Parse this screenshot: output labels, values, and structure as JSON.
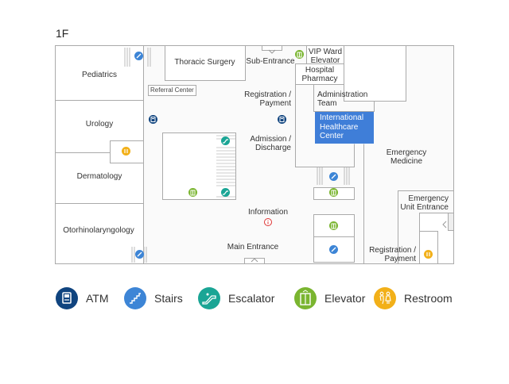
{
  "floor": "1F",
  "rooms": {
    "pediatrics": "Pediatrics",
    "urology": "Urology",
    "dermatology": "Dermatology",
    "otorhinolaryngology": "Otorhinolaryngology",
    "thoracic_surgery": "Thoracic Surgery",
    "sub_entrance": "Sub-Entrance",
    "vip_ward_elevator": [
      "VIP Ward",
      "Elevator"
    ],
    "hospital_pharmacy": [
      "Hospital",
      "Pharmacy"
    ],
    "administration_team": [
      "Administration",
      "Team"
    ],
    "international_healthcare_center": [
      "International",
      "Healthcare",
      "Center"
    ],
    "referral_center": "Referral Center",
    "registration_payment": [
      "Registration /",
      "Payment"
    ],
    "admission_discharge": [
      "Admission /",
      "Discharge"
    ],
    "information": "Information",
    "main_entrance": "Main Entrance",
    "emergency_medicine": [
      "Emergency",
      "Medicine"
    ],
    "emergency_unit_entrance": [
      "Emergency",
      "Unit Entrance"
    ],
    "registration_payment_emergency": [
      "Registration /",
      "Payment"
    ]
  },
  "legend": [
    {
      "icon": "atm-icon",
      "label": "ATM",
      "color": "#10447f"
    },
    {
      "icon": "stairs-icon",
      "label": "Stairs",
      "color": "#3d85d6"
    },
    {
      "icon": "escalator-icon",
      "label": "Escalator",
      "color": "#1aa595"
    },
    {
      "icon": "elevator-icon",
      "label": "Elevator",
      "color": "#7ab530"
    },
    {
      "icon": "restroom-icon",
      "label": "Restroom",
      "color": "#f2b019"
    }
  ],
  "colors": {
    "highlight": "#3f7ed8",
    "wall": "#aaaaaa",
    "info": "#dd3333"
  }
}
